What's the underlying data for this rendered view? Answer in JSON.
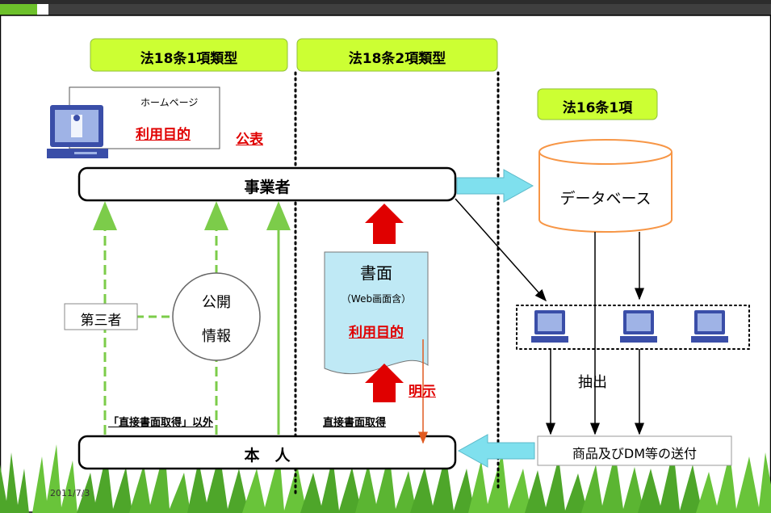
{
  "categories": {
    "law18_1": "法18条1項類型",
    "law18_2": "法18条2項類型",
    "law16_1": "法16条1項"
  },
  "homepage": {
    "label": "ホームページ",
    "purpose": "利用目的"
  },
  "announce": "公表",
  "business": "事業者",
  "database": "データベース",
  "third_party": "第三者",
  "public_info": {
    "line1": "公開",
    "line2": "情報"
  },
  "document": {
    "title": "書面",
    "sub": "（Web画面含）",
    "purpose": "利用目的"
  },
  "explicit": "明示",
  "indirect_acq": "「直接書面取得」以外",
  "direct_acq": "直接書面取得",
  "person": "本　人",
  "extract": "抽出",
  "shipping": "商品及びDM等の送付",
  "date": "2011/7/3",
  "colors": {
    "banner_green": "#ccff33",
    "green_arrow": "#7ccc4a",
    "red": "#e00000",
    "cyan": "#7fe0ee",
    "db_orange": "#f79646",
    "doc_fill": "#bfe9f5"
  }
}
